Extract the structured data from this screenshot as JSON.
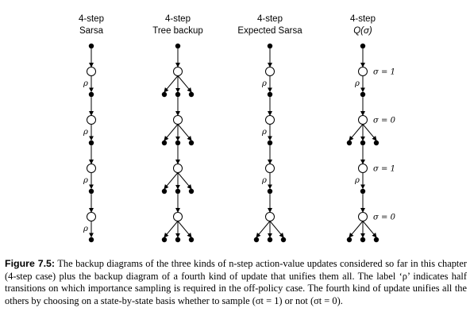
{
  "columns": [
    {
      "id": "sarsa",
      "title_line1": "4-step",
      "title_line2": "Sarsa",
      "title_line2_italic": false,
      "segments": [
        {
          "transition_label": "ρ",
          "branches": 1
        },
        {
          "transition_label": "ρ",
          "branches": 1
        },
        {
          "transition_label": "ρ",
          "branches": 1
        },
        {
          "transition_label": "ρ",
          "branches": 1
        }
      ]
    },
    {
      "id": "tree-backup",
      "title_line1": "4-step",
      "title_line2": "Tree backup",
      "title_line2_italic": false,
      "segments": [
        {
          "transition_label": "",
          "branches": 3
        },
        {
          "transition_label": "",
          "branches": 3
        },
        {
          "transition_label": "",
          "branches": 3
        },
        {
          "transition_label": "",
          "branches": 3
        }
      ]
    },
    {
      "id": "expected-sarsa",
      "title_line1": "4-step",
      "title_line2": "Expected Sarsa",
      "title_line2_italic": false,
      "segments": [
        {
          "transition_label": "ρ",
          "branches": 1
        },
        {
          "transition_label": "ρ",
          "branches": 1
        },
        {
          "transition_label": "ρ",
          "branches": 1
        },
        {
          "transition_label": "",
          "branches": 3
        }
      ]
    },
    {
      "id": "q-sigma",
      "title_line1": "4-step",
      "title_line2": "Q(σ)",
      "title_line2_italic": true,
      "segments": [
        {
          "transition_label": "ρ",
          "branches": 1,
          "sigma_label": "σ = 1"
        },
        {
          "transition_label": "",
          "branches": 3,
          "sigma_label": "σ = 0"
        },
        {
          "transition_label": "ρ",
          "branches": 1,
          "sigma_label": "σ = 1"
        },
        {
          "transition_label": "",
          "branches": 3,
          "sigma_label": "σ = 0"
        }
      ]
    }
  ],
  "caption": {
    "label": "Figure 7.5:",
    "text": "The backup diagrams of the three kinds of n-step action-value updates considered so far in this chapter (4-step case) plus the backup diagram of a fourth kind of update that unifies them all. The label ‘ρ’ indicates half transitions on which importance sampling is required in the off-policy case. The fourth kind of update unifies all the others by choosing on a state-by-state basis whether to sample (σt = 1) or not (σt = 0)."
  }
}
